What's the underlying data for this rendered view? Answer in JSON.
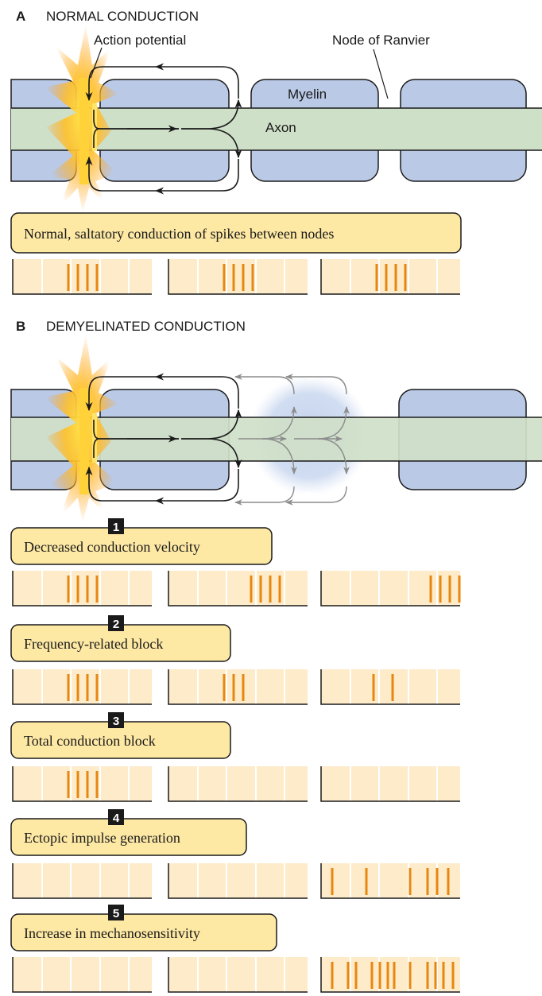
{
  "section_a": {
    "letter": "A",
    "title": "NORMAL CONDUCTION",
    "label_action_potential": "Action potential",
    "label_node": "Node of Ranvier",
    "label_myelin": "Myelin",
    "label_axon": "Axon",
    "caption": "Normal, saltatory conduction of spikes between nodes",
    "spikes": [
      4,
      4,
      4
    ]
  },
  "section_b": {
    "letter": "B",
    "title": "DEMYELINATED CONDUCTION",
    "items": [
      {
        "number": "1",
        "caption": "Decreased conduction velocity",
        "spikes": [
          4,
          4,
          4
        ]
      },
      {
        "number": "2",
        "caption": "Frequency-related block",
        "spikes": [
          4,
          3,
          2
        ]
      },
      {
        "number": "3",
        "caption": "Total conduction  block",
        "spikes": [
          4,
          0,
          0
        ]
      },
      {
        "number": "4",
        "caption": "Ectopic impulse generation",
        "spikes": [
          0,
          0,
          6
        ]
      },
      {
        "number": "5",
        "caption": "Increase in mechanosensitivity",
        "spikes": [
          0,
          0,
          12
        ]
      }
    ]
  },
  "colors": {
    "myelin": "#b9c9e6",
    "axon": "#cfe0c8",
    "caption_box": "#fde8a4",
    "strip": "#fdebc9",
    "spike": "#e8870f",
    "number_box": "#1a1a1a"
  }
}
